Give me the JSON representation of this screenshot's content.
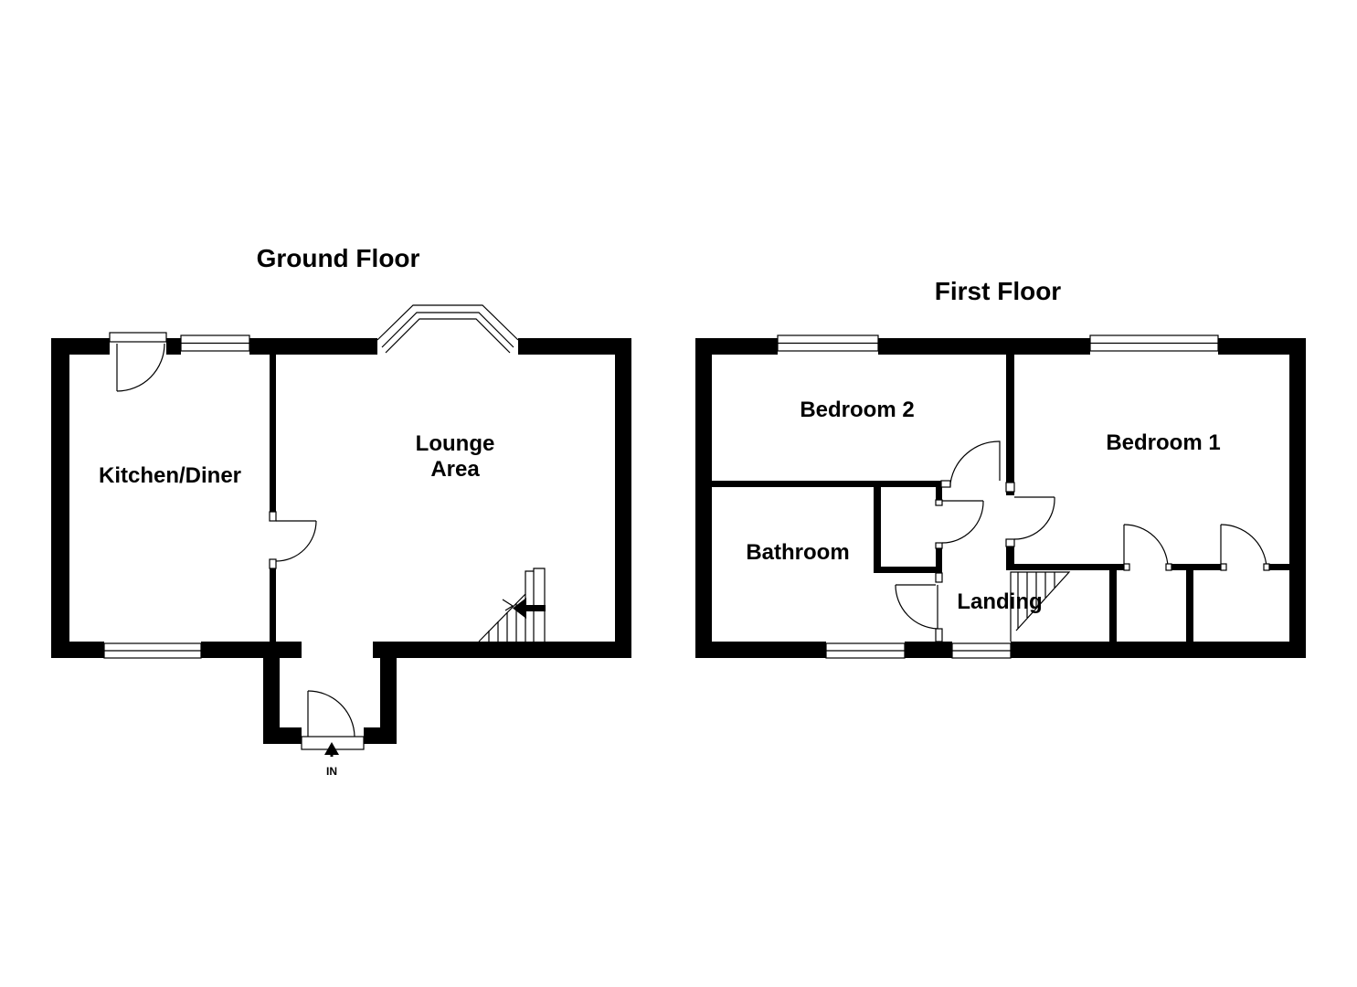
{
  "floors": {
    "ground": {
      "title": "Ground Floor",
      "rooms": {
        "kitchen": "Kitchen/Diner",
        "lounge_line1": "Lounge",
        "lounge_line2": "Area"
      },
      "entrance_label": "IN"
    },
    "first": {
      "title": "First Floor",
      "rooms": {
        "bedroom2": "Bedroom 2",
        "bedroom1": "Bedroom 1",
        "bathroom": "Bathroom",
        "landing": "Landing"
      }
    }
  },
  "colors": {
    "wall": "#000000",
    "background": "#ffffff"
  }
}
